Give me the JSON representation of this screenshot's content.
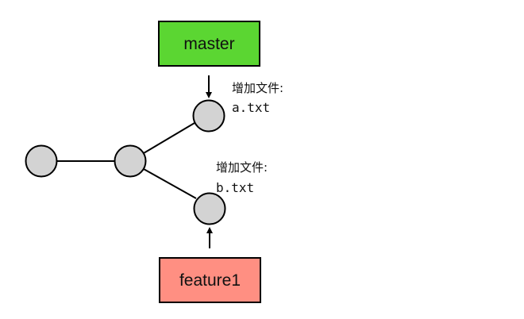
{
  "branches": {
    "master": {
      "label": "master",
      "color": "#5bd632"
    },
    "feature": {
      "label": "feature1",
      "color": "#ff8f82"
    }
  },
  "notes": {
    "top": {
      "title": "增加文件:",
      "file": "a.txt"
    },
    "bottom": {
      "title": "增加文件:",
      "file": "b.txt"
    }
  },
  "colors": {
    "commit_fill": "#d3d3d3",
    "stroke": "#000000"
  }
}
